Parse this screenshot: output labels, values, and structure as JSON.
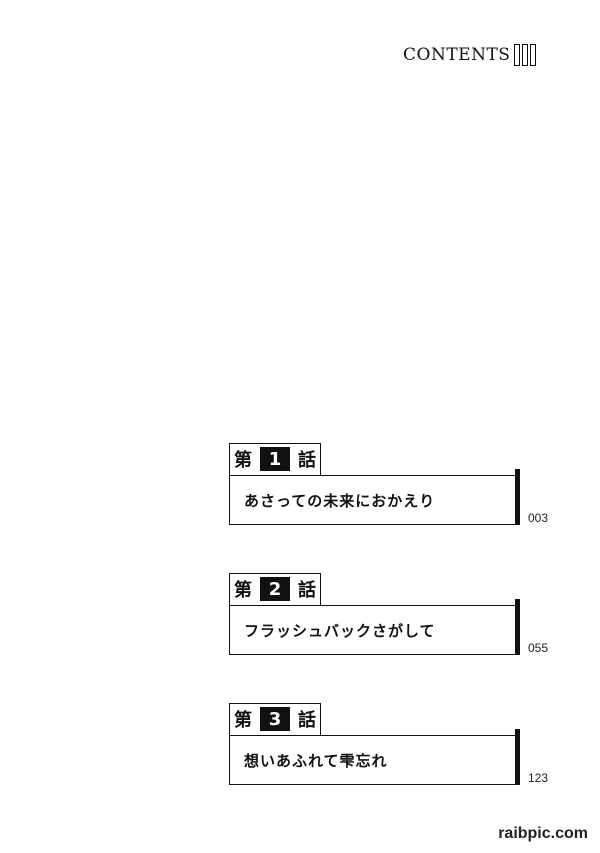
{
  "header": {
    "title": "CONTENTS"
  },
  "chapters": [
    {
      "prefix": "第",
      "number": "1",
      "suffix": "話",
      "title": "あさっての未来におかえり",
      "page": "003"
    },
    {
      "prefix": "第",
      "number": "2",
      "suffix": "話",
      "title": "フラッシュバックさがして",
      "page": "055"
    },
    {
      "prefix": "第",
      "number": "3",
      "suffix": "話",
      "title": "想いあふれて雫忘れ",
      "page": "123"
    }
  ],
  "watermark": "raibpic.com"
}
